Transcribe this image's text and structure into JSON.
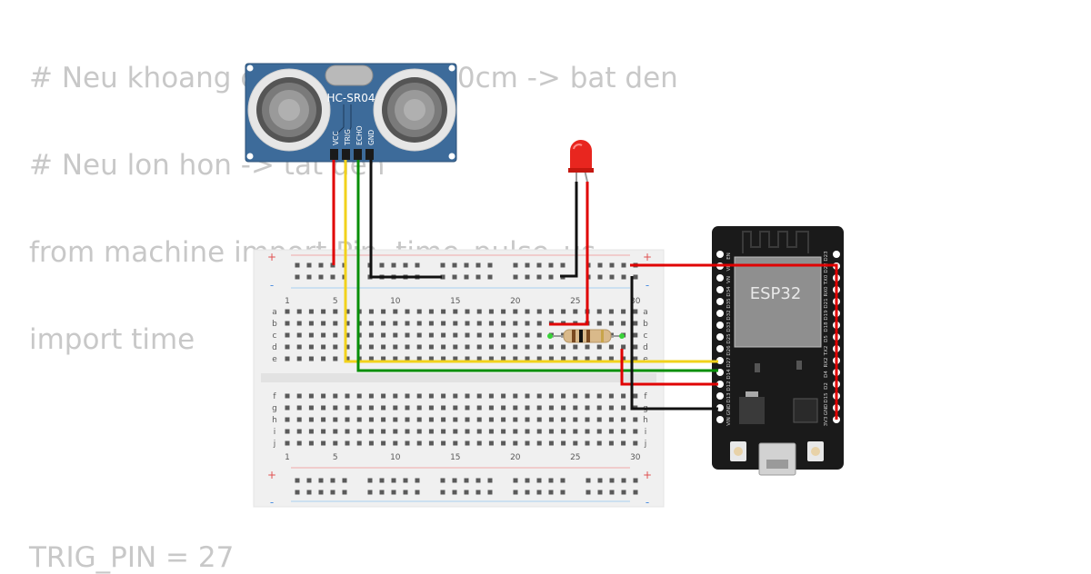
{
  "code_lines": [
    "# Neu khoang cach nho hon 10cm -> bat den",
    "# Neu lon hon -> tat den",
    "from machine import Pin, time_pulse_us",
    "import time",
    "TRIG_PIN = 27"
  ],
  "sensor": {
    "label": "HC-SR04",
    "pins": [
      "VCC",
      "TRIG",
      "ECHO",
      "GND"
    ],
    "color": "#3d6b9a"
  },
  "board": {
    "label": "ESP32",
    "left_pins": [
      "EN",
      "VP",
      "VN",
      "D34",
      "D35",
      "D32",
      "D33",
      "D25",
      "D26",
      "D27",
      "D14",
      "D12",
      "D13",
      "GND",
      "VIN"
    ],
    "right_pins": [
      "D23",
      "D22",
      "TX0",
      "RX0",
      "D21",
      "D19",
      "D18",
      "D5",
      "TX2",
      "RX2",
      "D4",
      "D2",
      "D15",
      "GND",
      "3V3"
    ]
  },
  "breadboard": {
    "column_numbers": [
      "1",
      "5",
      "10",
      "15",
      "20",
      "25",
      "30"
    ],
    "rows_top": [
      "a",
      "b",
      "c",
      "d",
      "e"
    ],
    "rows_bottom": [
      "f",
      "g",
      "h",
      "i",
      "j"
    ],
    "plus": "+",
    "minus": "-"
  },
  "wire_colors": {
    "red": "#e00000",
    "yellow": "#f2d21b",
    "green": "#078f07",
    "black": "#111111"
  }
}
